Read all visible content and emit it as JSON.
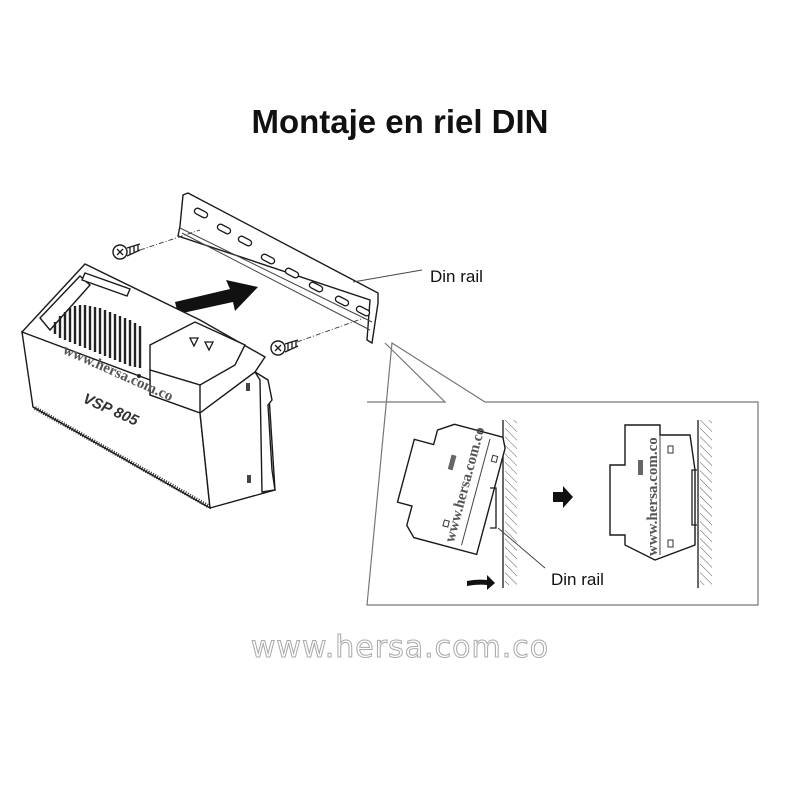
{
  "title": "Montaje en riel DIN",
  "labels": {
    "rail_main": "Din rail",
    "rail_inset": "Din rail"
  },
  "device": {
    "model": "VSP 805",
    "url": "www.hersa.com.co"
  },
  "inset": {
    "url_left": "www.hersa.com.co",
    "url_right": "www.hersa.com.co"
  },
  "watermark": "www.hersa.com.co"
}
